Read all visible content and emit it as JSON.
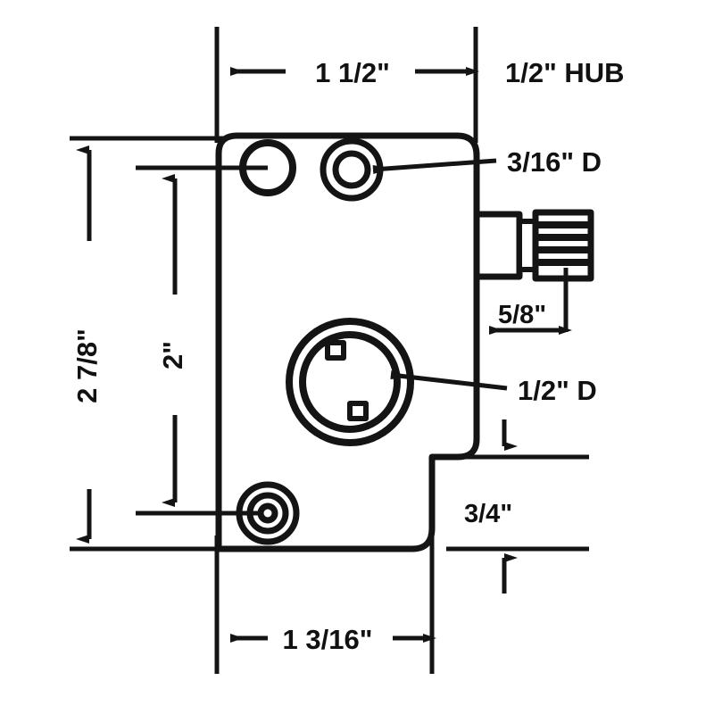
{
  "drawing": {
    "type": "mechanical-dimension-drawing",
    "subject": "door lock / latch faceplate with hub",
    "background_color": "#ffffff",
    "line_color": "#141414",
    "text_color": "#111111",
    "dimensions": {
      "top_width": {
        "label": "1 1/2\"",
        "orientation": "horizontal",
        "font_size": 31
      },
      "hub_note": {
        "label": "1/2\" HUB",
        "orientation": "horizontal",
        "font_size": 31
      },
      "small_hole": {
        "label": "3/16\" D",
        "orientation": "horizontal",
        "font_size": 31
      },
      "hub_offset": {
        "label": "5/8\"",
        "orientation": "horizontal",
        "font_size": 29
      },
      "center_hole": {
        "label": "1/2\" D",
        "orientation": "horizontal",
        "font_size": 31
      },
      "step_height": {
        "label": "3/4\"",
        "orientation": "horizontal",
        "font_size": 29
      },
      "overall_height": {
        "label": "2 7/8\"",
        "orientation": "vertical",
        "font_size": 31
      },
      "hole_spacing": {
        "label": "2\"",
        "orientation": "vertical",
        "font_size": 31
      },
      "bottom_width": {
        "label": "1 3/16\"",
        "orientation": "horizontal",
        "font_size": 31
      }
    },
    "features": [
      {
        "name": "top-left-hole",
        "shape": "single-circle"
      },
      {
        "name": "top-right-hole",
        "shape": "double-circle"
      },
      {
        "name": "center-hub-hole",
        "shape": "double-circle-with-tabs"
      },
      {
        "name": "bottom-left-hole",
        "shape": "triple-circle"
      },
      {
        "name": "hub-shaft",
        "shape": "rectangle"
      },
      {
        "name": "hub-knurl",
        "shape": "striped-rectangle"
      }
    ]
  }
}
